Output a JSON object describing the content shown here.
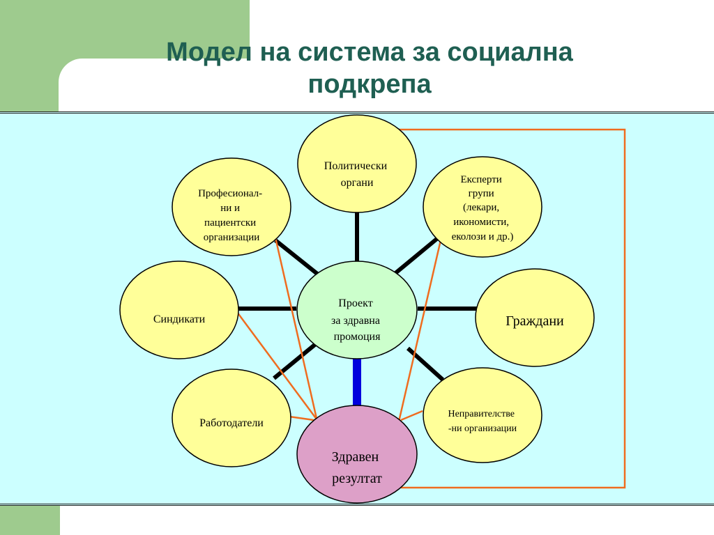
{
  "title": {
    "line1": "Модел на система за социална",
    "line2": "подкрепа"
  },
  "colors": {
    "accent_green": "#9ecb8e",
    "title_color": "#1f5f52",
    "panel_bg": "#ccffff",
    "node_fill": "#ffff99",
    "center_fill": "#ccffcc",
    "result_fill": "#dda0c8",
    "connector": "#000000",
    "feedback_line": "#ef6c1f",
    "main_link": "#0000dd"
  },
  "diagram": {
    "center": {
      "lines": [
        "Проект",
        "за здравна",
        "промоция"
      ]
    },
    "result": {
      "lines": [
        "Здравен",
        "резултат"
      ]
    },
    "nodes": [
      {
        "id": "political",
        "lines": [
          "Политически",
          "органи"
        ]
      },
      {
        "id": "experts",
        "lines": [
          "Експерти",
          "групи",
          "(лекари,",
          "икономисти,",
          "еколози и др.)"
        ]
      },
      {
        "id": "citizens",
        "lines": [
          "Граждани"
        ]
      },
      {
        "id": "ngo",
        "lines": [
          "Неправителстве",
          "-ни организации"
        ]
      },
      {
        "id": "employers",
        "lines": [
          "Работодатели"
        ]
      },
      {
        "id": "unions",
        "lines": [
          "Синдикати"
        ]
      },
      {
        "id": "professional",
        "lines": [
          "Професионал-",
          "ни и",
          "пациентски",
          "организации"
        ]
      }
    ]
  }
}
